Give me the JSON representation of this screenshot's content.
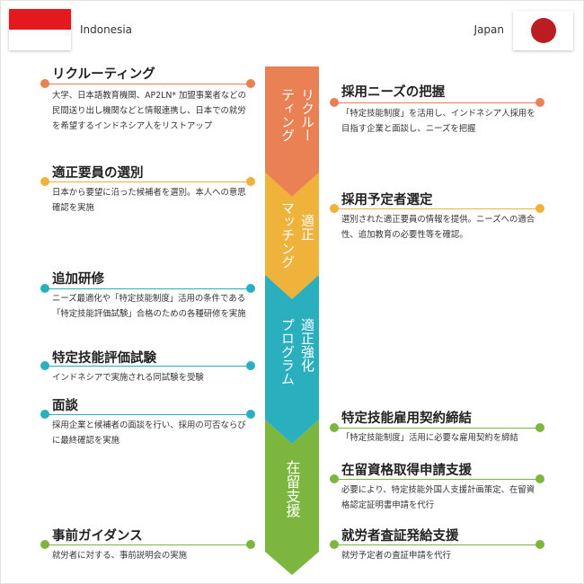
{
  "colors": {
    "recruit": "#ea8154",
    "matching": "#efb23b",
    "program": "#2aafbe",
    "support": "#7cb63e",
    "flag_red": "#e4191f",
    "flag_jp_red": "#bc1d22"
  },
  "header": {
    "left_country": "Indonesia",
    "right_country": "Japan"
  },
  "stages": [
    {
      "key": "recruit",
      "label": "リクルーティング"
    },
    {
      "key": "matching",
      "label": "適正マッチング"
    },
    {
      "key": "program",
      "label": "適正強化プログラム"
    },
    {
      "key": "support",
      "label": "在留支援"
    }
  ],
  "left_items": [
    {
      "title": "リクルーティング",
      "desc": "大学、日本語教育機関、AP2LN* 加盟事業者などの民間送り出し機関などと情報連携し、日本での就労を希望するインドネシア人をリストアップ"
    },
    {
      "title": "適正要員の選別",
      "desc": "日本から要望に沿った候補者を選別。本人への意思確認を実施"
    },
    {
      "title": "追加研修",
      "desc": "ニーズ最適化や「特定技能制度」活用の条件である「特定技能評価試験」合格のための各種研修を実施"
    },
    {
      "title": "特定技能評価試験",
      "desc": "インドネシアで実施される同試験を受験"
    },
    {
      "title": "面談",
      "desc": "採用企業と候補者の面談を行い、採用の可否ならびに最終確認を実施"
    },
    {
      "title": "事前ガイダンス",
      "desc": "就労者に対する、事前説明会の実施"
    }
  ],
  "right_items": [
    {
      "title": "採用ニーズの把握",
      "desc": "「特定技能制度」を活用し、インドネシア人採用を目指す企業と面談し、ニーズを把握"
    },
    {
      "title": "採用予定者選定",
      "desc": "選別された適正要員の情報を提供。ニーズへの適合性、追加教育の必要性等を確認。"
    },
    {
      "title": "特定技能雇用契約締結",
      "desc": "「特定技能制度」活用に必要な雇用契約を締結"
    },
    {
      "title": "在留資格取得申請支援",
      "desc": "必要により、特定技能外国人支援計画策定、在留資格認定証明書申請を代行"
    },
    {
      "title": "就労者査証発給支援",
      "desc": "就労予定者の査証申請を代行"
    }
  ]
}
